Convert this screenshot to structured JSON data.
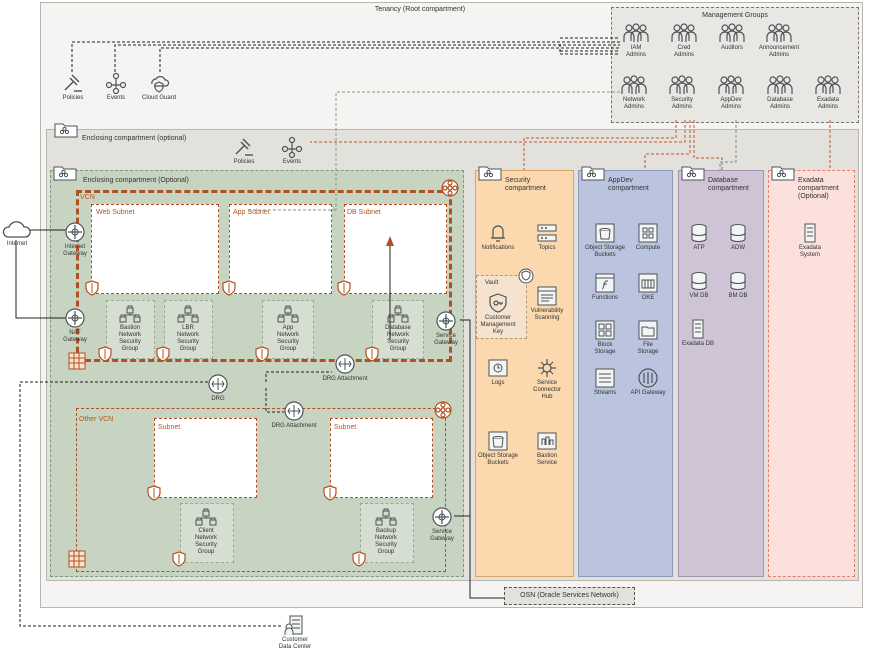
{
  "tenancy": {
    "title": "Tenancy (Root compartment)"
  },
  "management": {
    "title": "Management Groups",
    "groups_top": [
      "IAM\nAdmins",
      "Cred\nAdmins",
      "Auditors",
      "Announcement\nAdmins"
    ],
    "groups_bottom": [
      "Network\nAdmins",
      "Security\nAdmins",
      "AppDev\nAdmins",
      "Database\nAdmins",
      "Exadata\nAdmins"
    ]
  },
  "root_services": {
    "policies": "Policies",
    "events": "Events",
    "cloud_guard": "Cloud Guard"
  },
  "enclosing_outer": {
    "title": "Enclosing compartment (optional)",
    "policies": "Policies",
    "events": "Events"
  },
  "network_cmp": {
    "title": "Enclosing compartment (Optional)"
  },
  "vcn": {
    "title": "VCN",
    "web_subnet": "Web Subnet",
    "app_subnet": "App Subnet",
    "db_subnet": "DB Subnet",
    "nsg_bastion": "Bastion\nNetwork\nSecurity\nGroup",
    "nsg_lbr": "LBR\nNetwork\nSecurity\nGroup",
    "nsg_app": "App\nNetwork\nSecurity\nGroup",
    "nsg_db": "Database\nNetwork\nSecurity\nGroup",
    "service_gateway": "Service\nGateway",
    "drg_attachment": "DRG Attachment"
  },
  "edge": {
    "internet": "Internet",
    "internet_gateway": "Internet\nGateway",
    "nat_gateway": "NAT\nGateway",
    "drg": "DRG"
  },
  "other_vcn": {
    "title": "Other VCN",
    "subnet1": "Subnet",
    "subnet2": "Subnet",
    "drg_attachment": "DRG Attachment",
    "nsg_client": "Client\nNetwork\nSecurity\nGroup",
    "nsg_backup": "Backup\nNetwork\nSecurity\nGroup",
    "service_gateway": "Service\nGateway"
  },
  "security_cmp": {
    "title": "Security\ncompartment",
    "notifications": "Notifications",
    "topics": "Topics",
    "vault": "Vault",
    "cmk": "Customer\nManagement\nKey",
    "vuln": "Vulnerability\nScanning",
    "logs": "Logs",
    "sch": "Service\nConnector\nHub",
    "osb": "Object Storage\nBuckets",
    "bastion": "Bastion\nService"
  },
  "appdev_cmp": {
    "title": "AppDev\ncompartment",
    "osb": "Object Storage\nBuckets",
    "compute": "Compute",
    "functions": "Functions",
    "oke": "OKE",
    "block": "Block\nStorage",
    "file": "File\nStorage",
    "streams": "Streams",
    "api": "API Gateway"
  },
  "database_cmp": {
    "title": "Database\ncompartment",
    "atp": "ATP",
    "adw": "ADW",
    "vmdb": "VM DB",
    "bmdb": "BM DB",
    "exadb": "Exadata DB"
  },
  "exadata_cmp": {
    "title": "Exadata\ncompartment\n(Optional)",
    "system": "Exadata\nSystem"
  },
  "osn": "OSN (Oracle Services Network)",
  "customer_dc": "Customer\nData Center",
  "colors": {
    "tenancy_bg": "#f5f4f2",
    "enclosing_bg": "#e3e1dc",
    "network_bg": "#c8d4c2",
    "security_bg": "#fbd8ae",
    "appdev_bg": "#bac4de",
    "database_bg": "#cfc4d6",
    "exadata_bg": "#fbe0dc",
    "vcn_border": "#b0521f",
    "icon": "#4b5458"
  }
}
